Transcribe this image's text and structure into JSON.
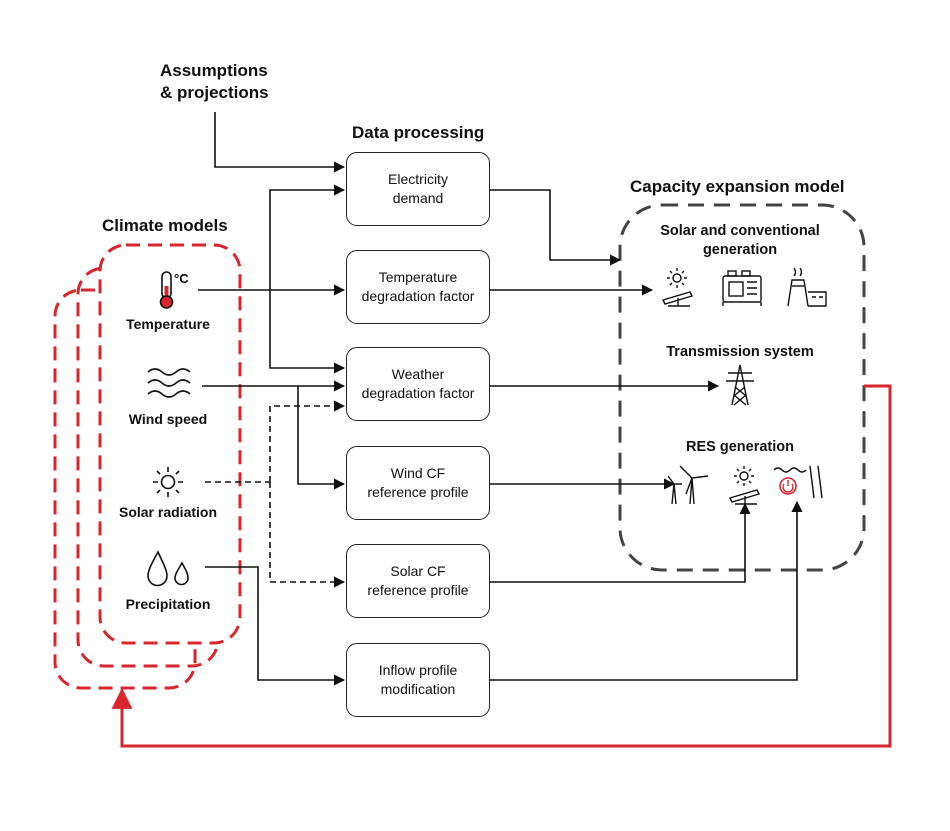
{
  "titles": {
    "assumptions": "Assumptions\n& projections",
    "data_processing": "Data processing",
    "climate_models": "Climate models",
    "capacity_model": "Capacity expansion model"
  },
  "climate_variables": [
    {
      "label": "Temperature",
      "icon": "thermometer-icon",
      "unit": "°C"
    },
    {
      "label": "Wind speed",
      "icon": "wind-waves-icon"
    },
    {
      "label": "Solar radiation",
      "icon": "sun-icon"
    },
    {
      "label": "Precipitation",
      "icon": "water-drops-icon"
    }
  ],
  "processing_boxes": [
    {
      "label": "Electricity\ndemand"
    },
    {
      "label": "Temperature\ndegradation factor"
    },
    {
      "label": "Weather\ndegradation factor"
    },
    {
      "label": "Wind CF\nreference profile"
    },
    {
      "label": "Solar CF\nreference profile"
    },
    {
      "label": "Inflow profile\nmodification"
    }
  ],
  "capacity_sections": [
    {
      "label": "Solar and conventional\ngeneration",
      "icons": [
        "solar-panel-icon",
        "generator-engine-icon",
        "power-plant-icon"
      ]
    },
    {
      "label": "Transmission system",
      "icons": [
        "transmission-tower-icon"
      ]
    },
    {
      "label": "RES generation",
      "icons": [
        "wind-turbine-icon",
        "solar-panel-icon",
        "hydro-dam-icon"
      ]
    }
  ],
  "colors": {
    "feedback": "#d7262e",
    "line": "#111111",
    "dashed_box": "#444444"
  }
}
